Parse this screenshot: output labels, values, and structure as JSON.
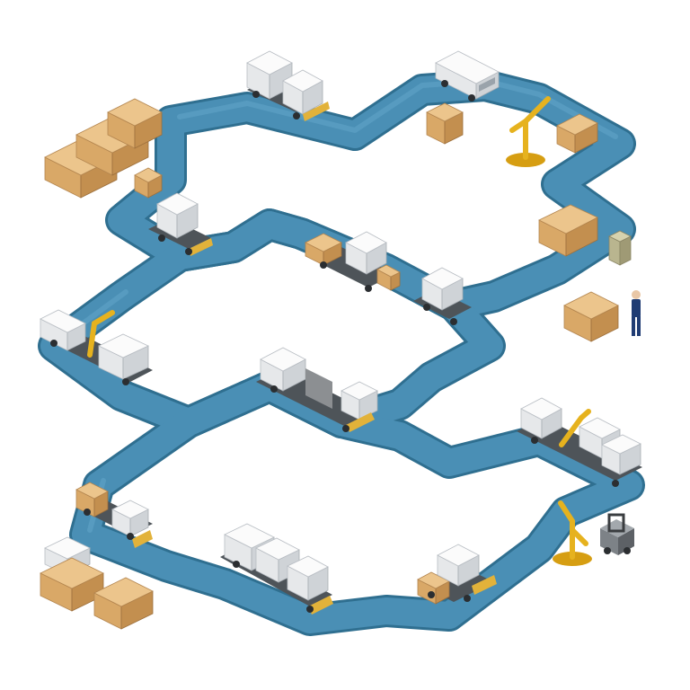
{
  "scene": {
    "background_color": "#ffffff",
    "palette": {
      "conveyor": "#4a8fb5",
      "conveyor_edge": "#2f6f90",
      "cardboard": "#d9a867",
      "crate": "#f4f5f6",
      "machine_yellow": "#e6b21e",
      "vehicle_gray": "#4e5459"
    },
    "elements": [
      "conveyor-network",
      "cardboard-box-stack",
      "white-crate-truck",
      "delivery-van",
      "yellow-robotic-arm",
      "forklift",
      "worker-figure"
    ]
  }
}
